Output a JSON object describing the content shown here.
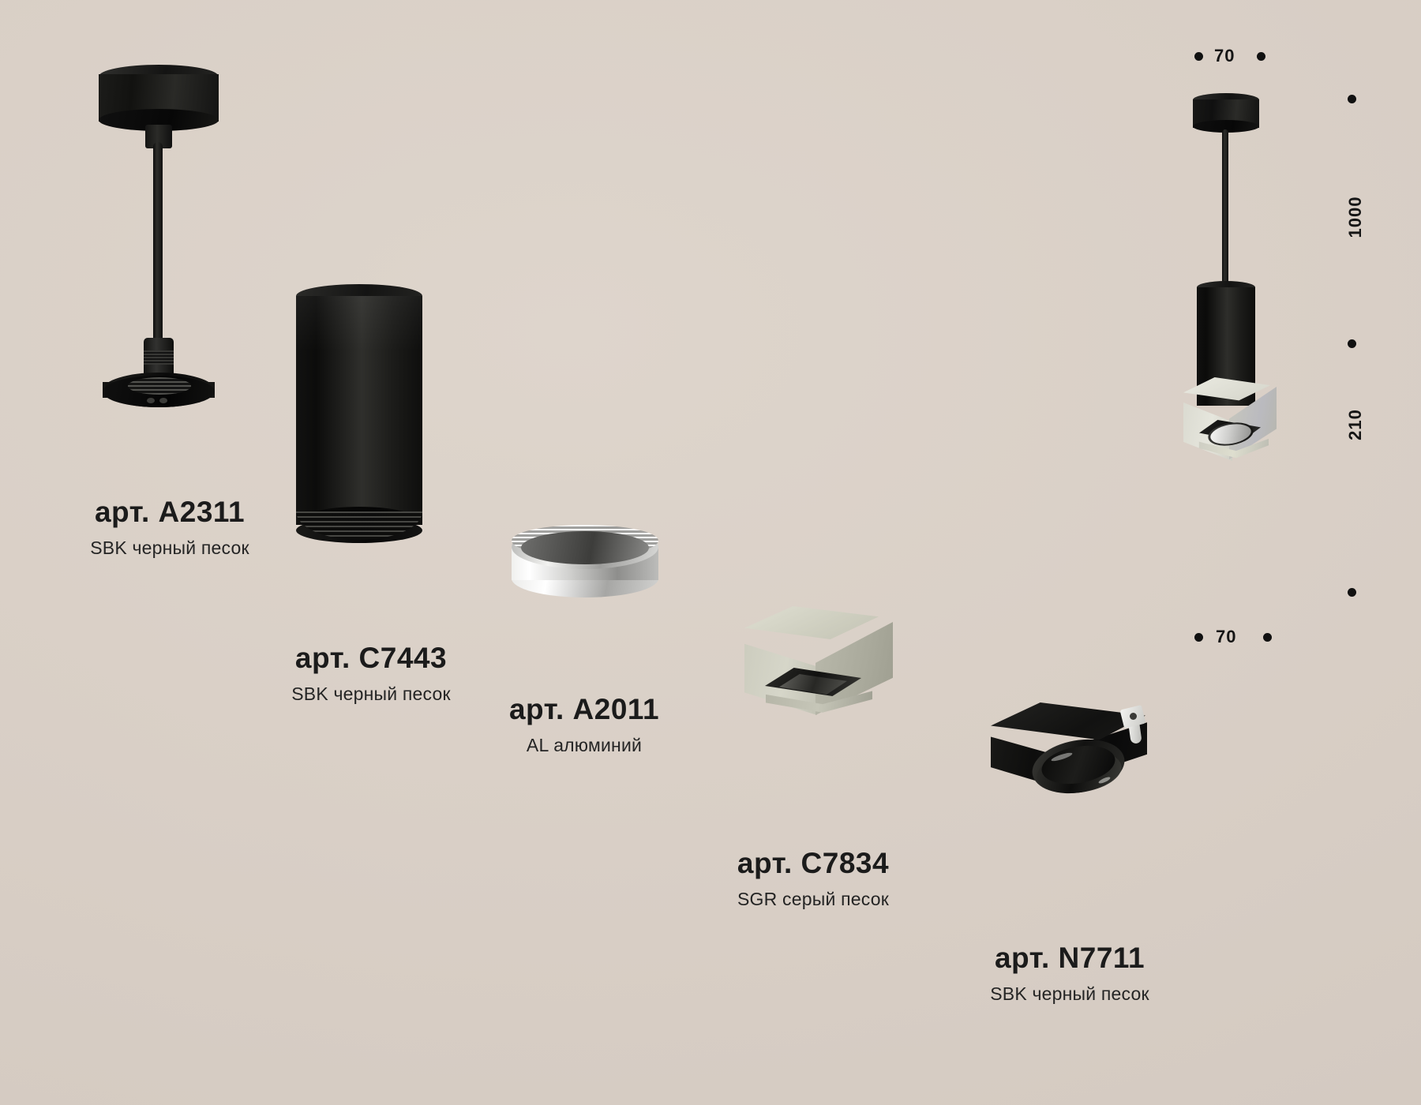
{
  "background_color": "#d9cfc6",
  "accent_text_color": "#1b1b1b",
  "labels": [
    {
      "id": "a2311",
      "art": "арт. A2311",
      "finish": "SBK черный песок"
    },
    {
      "id": "c7443",
      "art": "арт. C7443",
      "finish": "SBK черный песок"
    },
    {
      "id": "a2011",
      "art": "арт. A2011",
      "finish": "AL алюминий"
    },
    {
      "id": "c7834",
      "art": "арт. C7834",
      "finish": "SGR серый песок"
    },
    {
      "id": "n7711",
      "art": "арт. N7711",
      "finish": "SBK черный песок"
    }
  ],
  "dimensions": {
    "top_width": "70",
    "suspension_length": "1000",
    "fixture_height": "210",
    "bottom_width": "70"
  }
}
